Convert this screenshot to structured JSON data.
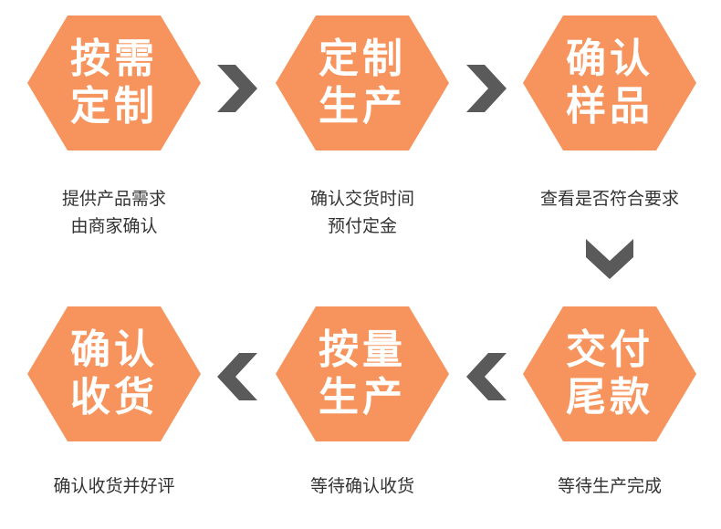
{
  "colors": {
    "hex_fill": "#F7945D",
    "arrow": "#5a5a5a",
    "text": "#333333"
  },
  "steps": [
    {
      "title": [
        "按需",
        "定制"
      ],
      "desc": [
        "提供产品需求",
        "由商家确认"
      ]
    },
    {
      "title": [
        "定制",
        "生产"
      ],
      "desc": [
        "确认交货时间",
        "预付定金"
      ]
    },
    {
      "title": [
        "确认",
        "样品"
      ],
      "desc": [
        "查看是否符合要求"
      ]
    },
    {
      "title": [
        "交付",
        "尾款"
      ],
      "desc": [
        "等待生产完成"
      ]
    },
    {
      "title": [
        "按量",
        "生产"
      ],
      "desc": [
        "等待确认收货"
      ]
    },
    {
      "title": [
        "确认",
        "收货"
      ],
      "desc": [
        "确认收货并好评"
      ]
    }
  ],
  "arrows": [
    "chevron-right-icon",
    "chevron-right-icon",
    "chevron-down-icon",
    "chevron-left-icon",
    "chevron-left-icon"
  ]
}
